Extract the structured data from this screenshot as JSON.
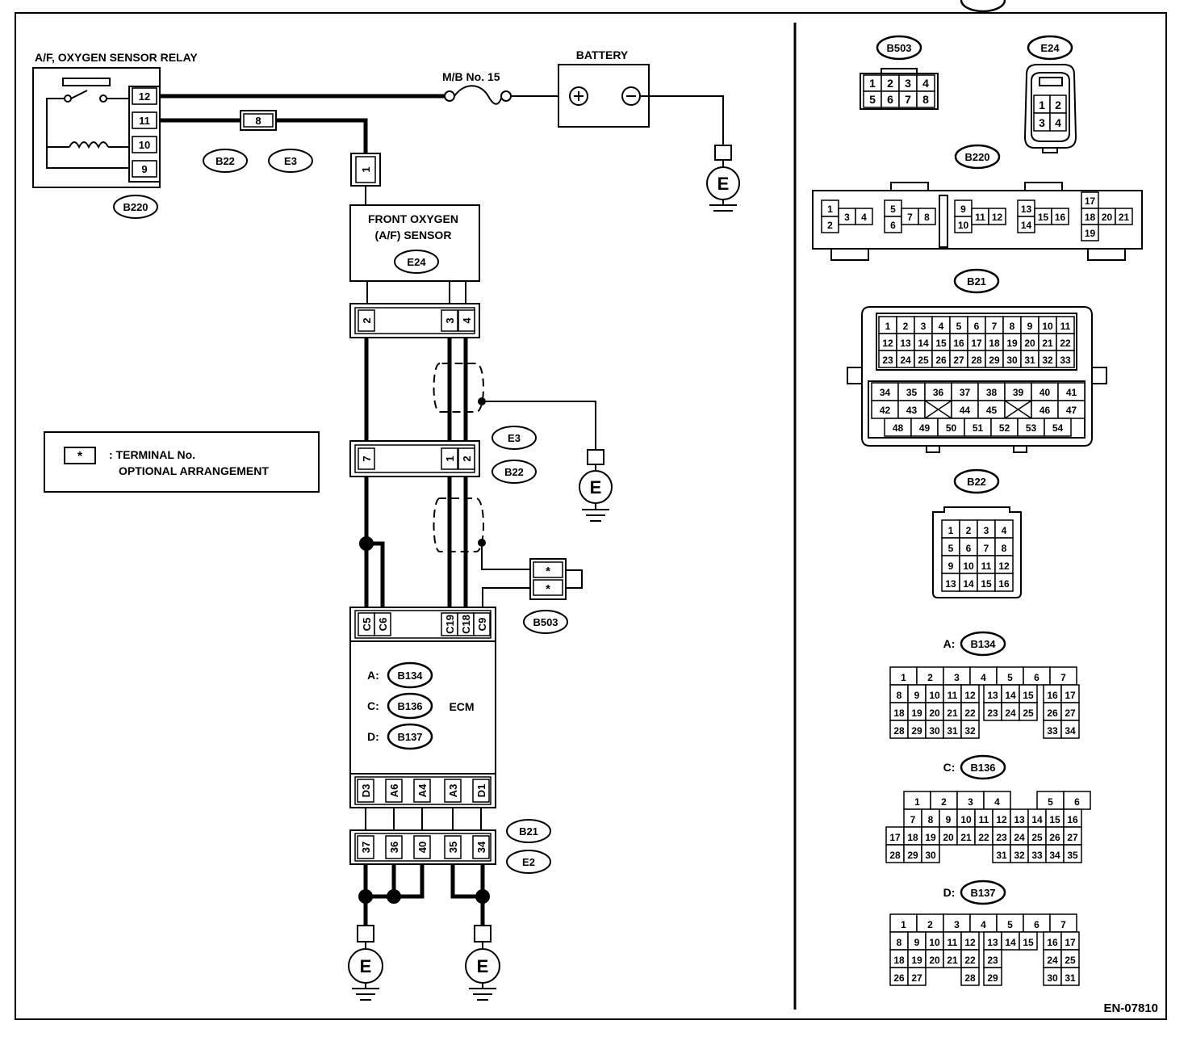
{
  "labels": {
    "relay": "A/F, OXYGEN SENSOR RELAY",
    "battery": "BATTERY",
    "fuse": "M/B No. 15",
    "sensor_line1": "FRONT OXYGEN",
    "sensor_line2": "(A/F) SENSOR",
    "ecm": "ECM",
    "ground": "E",
    "legend_star": "*",
    "legend_line1": ": TERMINAL No.",
    "legend_line2": "OPTIONAL ARRANGEMENT",
    "footer": "EN-07810",
    "prefix_a": "A:",
    "prefix_c": "C:",
    "prefix_d": "D:"
  },
  "connectors": {
    "b220": "B220",
    "b22": "B22",
    "e3": "E3",
    "e24": "E24",
    "b503": "B503",
    "b134": "B134",
    "b136": "B136",
    "b137": "B137",
    "b21": "B21",
    "e2": "E2"
  },
  "relay_pins": [
    "12",
    "11",
    "10",
    "9"
  ],
  "fuse_box_pin": "8",
  "sensor_feed_pin": "1",
  "sensor_pins": [
    "2",
    "3",
    "4"
  ],
  "joint_pins": [
    "7",
    "1",
    "2"
  ],
  "b503_pins": [
    "*",
    "*"
  ],
  "ecm_top_pins": [
    "C5",
    "C6",
    "C19",
    "C18",
    "C9"
  ],
  "ecm_bottom_pins": [
    "D3",
    "A6",
    "A4",
    "A3",
    "D1"
  ],
  "ground_pins": [
    "37",
    "36",
    "40",
    "35",
    "34"
  ],
  "panel": {
    "b503_rows": [
      [
        "1",
        "2",
        "3",
        "4"
      ],
      [
        "5",
        "6",
        "7",
        "8"
      ]
    ],
    "e24_rows": [
      [
        "1",
        "2"
      ],
      [
        "3",
        "4"
      ]
    ],
    "b220_groups": [
      {
        "cells": [
          [
            "1",
            0,
            0
          ],
          [
            "2",
            0,
            1
          ],
          [
            "3",
            1,
            0.5
          ],
          [
            "4",
            2,
            0.5
          ]
        ]
      },
      {
        "cells": [
          [
            "5",
            0,
            0
          ],
          [
            "6",
            0,
            1
          ],
          [
            "7",
            1,
            0.5
          ],
          [
            "8",
            2,
            0.5
          ]
        ]
      },
      {
        "cells": [
          [
            "9",
            0,
            0
          ],
          [
            "10",
            0,
            1
          ],
          [
            "11",
            1,
            0.5
          ],
          [
            "12",
            2,
            0.5
          ]
        ]
      },
      {
        "cells": [
          [
            "13",
            0,
            0
          ],
          [
            "14",
            0,
            1
          ],
          [
            "15",
            1,
            0.5
          ],
          [
            "16",
            2,
            0.5
          ]
        ]
      },
      {
        "cells": [
          [
            "17",
            0,
            0
          ],
          [
            "18",
            0,
            1
          ],
          [
            "19",
            0,
            2
          ],
          [
            "20",
            1,
            1
          ],
          [
            "21",
            2,
            1
          ]
        ]
      }
    ],
    "b21_top": [
      [
        "1",
        "2",
        "3",
        "4",
        "5",
        "6",
        "7",
        "8",
        "9",
        "10",
        "11"
      ],
      [
        "12",
        "13",
        "14",
        "15",
        "16",
        "17",
        "18",
        "19",
        "20",
        "21",
        "22"
      ],
      [
        "23",
        "24",
        "25",
        "26",
        "27",
        "28",
        "29",
        "30",
        "31",
        "32",
        "33"
      ]
    ],
    "b21_bottom": [
      [
        "34",
        "35",
        "36",
        "37",
        "38",
        "39",
        "40",
        "41"
      ],
      [
        "42",
        "43",
        "",
        "44",
        "45",
        "",
        "46",
        "47"
      ],
      [
        "48",
        "49",
        "50",
        "51",
        "52",
        "53",
        "54"
      ]
    ],
    "b22_rows": [
      [
        "1",
        "2",
        "3",
        "4"
      ],
      [
        "5",
        "6",
        "7",
        "8"
      ],
      [
        "9",
        "10",
        "11",
        "12"
      ],
      [
        "13",
        "14",
        "15",
        "16"
      ]
    ],
    "b134_rows": [
      [
        "1",
        "2",
        "3",
        "4",
        "5",
        "6",
        "7"
      ],
      [
        "8",
        "9",
        "10",
        "11",
        "12",
        "13",
        "14",
        "15",
        "16",
        "17"
      ],
      [
        "18",
        "19",
        "20",
        "21",
        "22",
        "23",
        "24",
        "25",
        "26",
        "27"
      ],
      [
        "28",
        "29",
        "30",
        "31",
        "32",
        "",
        "",
        "",
        "33",
        "34"
      ]
    ],
    "b136_rows": [
      [
        "",
        "1",
        "2",
        "3",
        "4",
        "",
        "5",
        "6"
      ],
      [
        "",
        "7",
        "8",
        "9",
        "10",
        "11",
        "12",
        "13",
        "14",
        "15",
        "16"
      ],
      [
        "17",
        "18",
        "19",
        "20",
        "21",
        "22",
        "23",
        "24",
        "25",
        "26",
        "27"
      ],
      [
        "28",
        "29",
        "30",
        "",
        "",
        "",
        "31",
        "32",
        "33",
        "34",
        "35"
      ]
    ],
    "b137_rows": [
      [
        "1",
        "2",
        "3",
        "4",
        "5",
        "6",
        "7"
      ],
      [
        "8",
        "9",
        "10",
        "11",
        "12",
        "13",
        "14",
        "15",
        "16",
        "17"
      ],
      [
        "18",
        "19",
        "20",
        "21",
        "22",
        "23",
        "",
        "",
        "24",
        "25"
      ],
      [
        "26",
        "27",
        "",
        "",
        "28",
        "29",
        "",
        "",
        "30",
        "31"
      ]
    ]
  }
}
